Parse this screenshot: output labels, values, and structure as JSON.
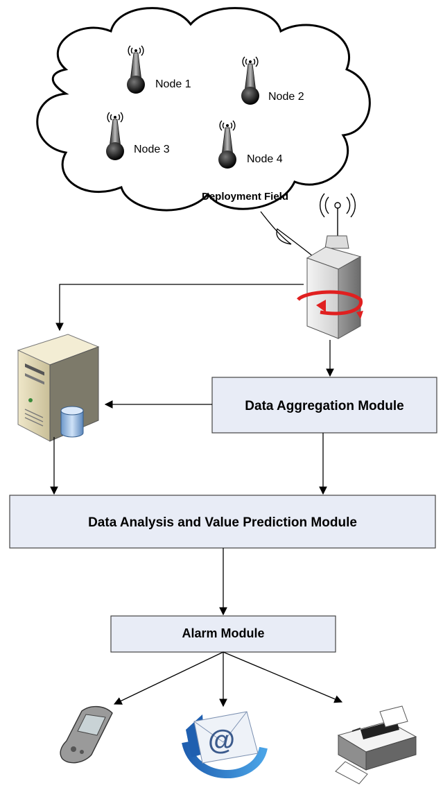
{
  "cloud": {
    "field_label": "Deployment Field",
    "nodes": [
      {
        "label": "Node 1",
        "icon": "antenna-node-icon"
      },
      {
        "label": "Node 2",
        "icon": "antenna-node-icon"
      },
      {
        "label": "Node 3",
        "icon": "antenna-node-icon"
      },
      {
        "label": "Node 4",
        "icon": "antenna-node-icon"
      }
    ]
  },
  "gateway": {
    "icon": "base-station-gateway-icon"
  },
  "server": {
    "icon": "database-server-icon"
  },
  "modules": {
    "aggregation": "Data Aggregation Module",
    "analysis": "Data Analysis and Value Prediction Module",
    "alarm": "Alarm Module"
  },
  "alert_channels": [
    {
      "icon": "mobile-phone-icon"
    },
    {
      "icon": "email-icon"
    },
    {
      "icon": "fax-machine-icon"
    }
  ],
  "colors": {
    "module_fill": "#e8ecf6",
    "module_stroke": "#444444",
    "arrow": "#000000",
    "gateway_arrow": "#e02020"
  }
}
